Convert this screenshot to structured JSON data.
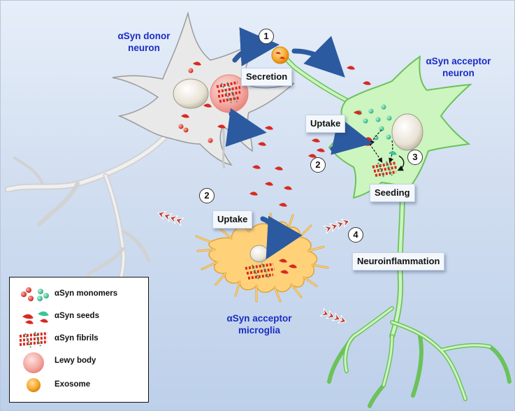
{
  "labels": {
    "donor_neuron": "αSyn donor\nneuron",
    "acceptor_neuron": "αSyn acceptor\nneuron",
    "acceptor_microglia": "αSyn acceptor\nmicroglia"
  },
  "boxes": {
    "secretion": "Secretion",
    "uptake_neuron": "Uptake",
    "uptake_microglia": "Uptake",
    "seeding": "Seeding",
    "neuroinflammation": "Neuroinflammation"
  },
  "steps": {
    "step1": "1",
    "step2_neuron": "2",
    "step2_microglia": "2",
    "step3": "3",
    "step4": "4"
  },
  "legend": [
    {
      "icon": "monomer-icon",
      "label": "αSyn monomers"
    },
    {
      "icon": "seed-icon",
      "label": "αSyn  seeds"
    },
    {
      "icon": "fibril-icon",
      "label": "αSyn fibrils"
    },
    {
      "icon": "lewy-body-icon",
      "label": "Lewy body"
    },
    {
      "icon": "exosome-icon",
      "label": "Exosome"
    }
  ],
  "colors": {
    "donor_neuron": "#e9e9e9",
    "acceptor_neuron": "#ccf5c0",
    "acceptor_neuron_outline": "#6cc25a",
    "microglia": "#ffd27a",
    "arrow": "#2b5aa0",
    "seed_red": "#d82a1f",
    "monomer_green": "#3bc49a",
    "chevron": "#c0392b"
  }
}
